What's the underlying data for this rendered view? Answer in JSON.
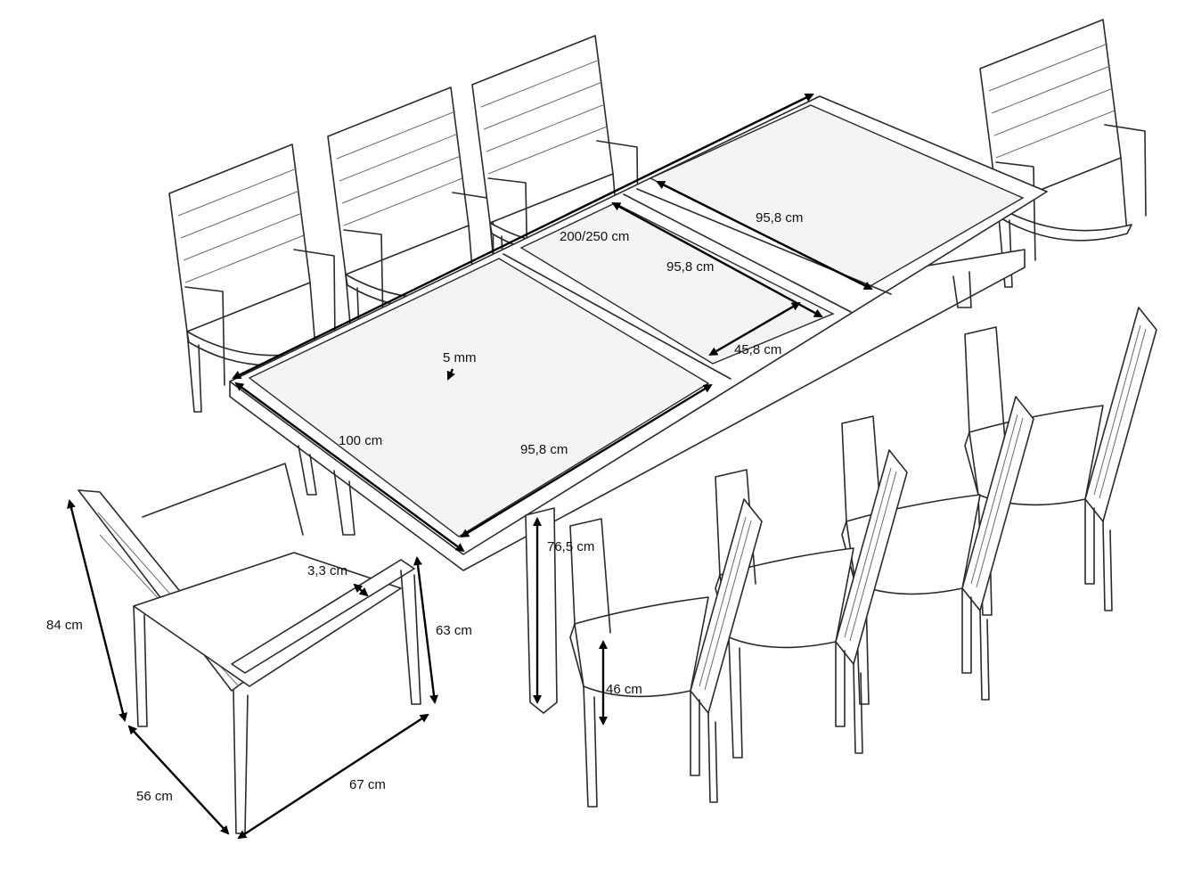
{
  "dimensions": {
    "table_length": "200/250 cm",
    "table_width": "100 cm",
    "panel_width_right": "95,8 cm",
    "panel_width_middle": "95,8 cm",
    "panel_width_front": "95,8 cm",
    "extension_leaf": "45,8 cm",
    "glass_thickness": "5 mm",
    "table_height": "76,5 cm",
    "chair_height": "84 cm",
    "armrest_height": "63 cm",
    "frame_thickness": "3,3 cm",
    "seat_height": "46 cm",
    "chair_depth": "56 cm",
    "chair_width": "67 cm"
  },
  "colors": {
    "line": "#2a2a2a",
    "dimension": "#000000",
    "background": "#ffffff"
  }
}
